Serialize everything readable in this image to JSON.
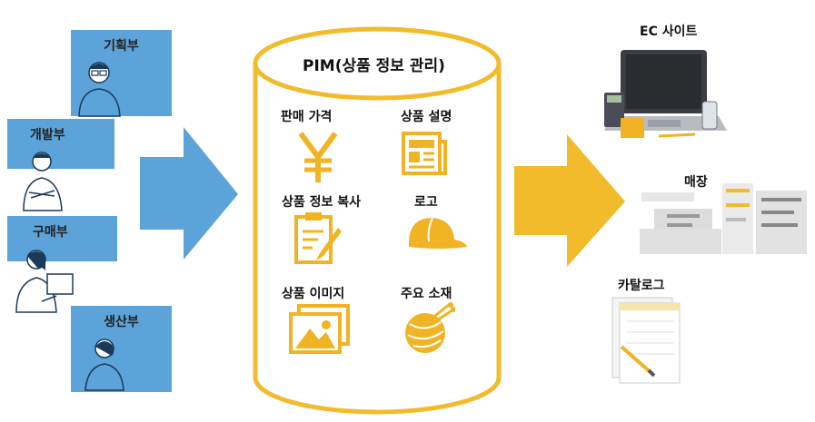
{
  "departments": {
    "planning": "기획부",
    "development": "개발부",
    "purchasing": "구매부",
    "production": "생산부"
  },
  "pim": {
    "title": "PIM(상품 정보 관리)",
    "items": {
      "price": "판매 가격",
      "description": "상품 설명",
      "copy": "상품 정보 복사",
      "logo": "로고",
      "image": "상품 이미지",
      "material": "주요 소재"
    }
  },
  "channels": {
    "ec_site": "EC 사이트",
    "store": "매장",
    "catalog": "카탈로그"
  },
  "colors": {
    "blue": "#5ba3d9",
    "yellow": "#f2bb2b",
    "icon": "#f0b323"
  }
}
